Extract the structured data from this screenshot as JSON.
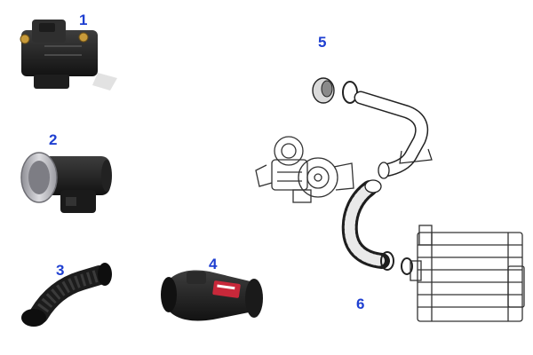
{
  "colors": {
    "callout": "#1e3fd1",
    "part_dark": "#2b2b2b",
    "part_black": "#141414",
    "metal": "#b9b9bf",
    "sticker_red": "#c8283a",
    "line_art": "#333333"
  },
  "parts": [
    {
      "callout": "1",
      "icon": "throttle-position-sensor-icon"
    },
    {
      "callout": "2",
      "icon": "mass-air-flow-sensor-icon"
    },
    {
      "callout": "3",
      "icon": "corrugated-air-hose-icon"
    },
    {
      "callout": "4",
      "icon": "air-intake-boot-icon"
    },
    {
      "callout": "5",
      "icon": "intercooler-pipe-icon"
    },
    {
      "callout": "6",
      "icon": "intercooler-hose-icon"
    }
  ],
  "assembly": {
    "turbo_icon": "turbocharger-icon",
    "intercooler_icon": "intercooler-icon",
    "clamp_icon": "hose-clamp-icon"
  }
}
